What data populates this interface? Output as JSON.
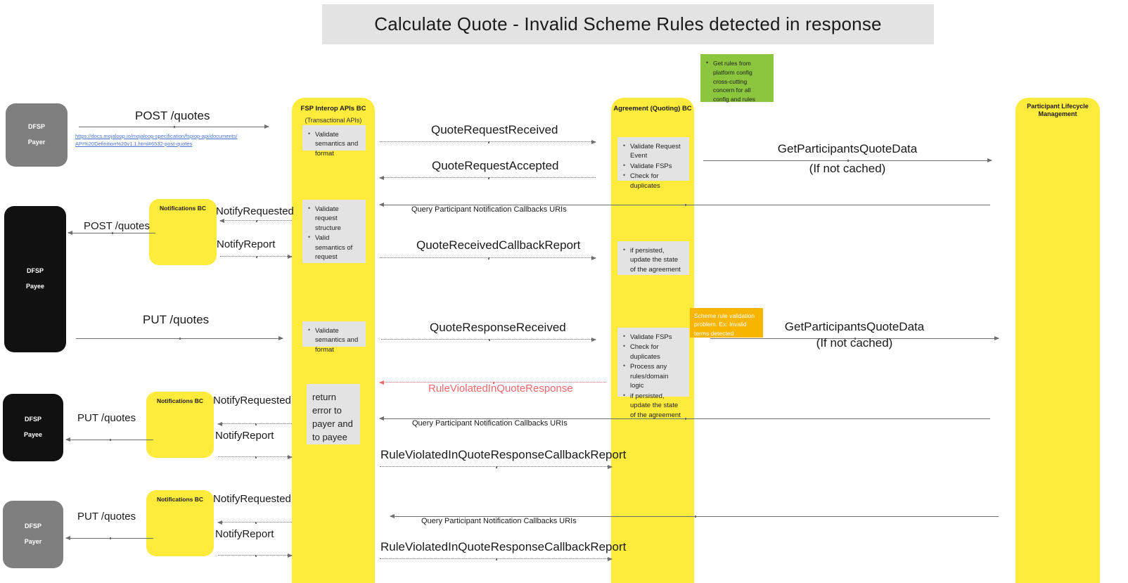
{
  "title": "Calculate Quote - Invalid Scheme Rules detected in response",
  "colors": {
    "title_bg": "#e3e3e3",
    "lifeline_yellow": "#ffeb3b",
    "note_gray": "#e3e3e3",
    "note_green": "#8cc63e",
    "note_orange": "#f7b500",
    "actor_gray": "#7f7f7f",
    "actor_black": "#111111",
    "error_red": "#f4686b",
    "link_blue": "#4a74d4"
  },
  "actors": [
    {
      "name": "dfsp-payer-top",
      "line1": "DFSP",
      "line2": "Payer",
      "style": "gray"
    },
    {
      "name": "dfsp-payee-middle",
      "line1": "DFSP",
      "line2": "Payee",
      "style": "black"
    },
    {
      "name": "dfsp-payee-lower",
      "line1": "DFSP",
      "line2": "Payee",
      "style": "black"
    },
    {
      "name": "dfsp-payer-bottom",
      "line1": "DFSP",
      "line2": "Payer",
      "style": "gray"
    }
  ],
  "lifelines": [
    {
      "name": "fsp-interop-apis-bc",
      "title": "FSP Interop APIs BC",
      "subtitle": "(Transactional APIs)"
    },
    {
      "name": "agreement-quoting-bc",
      "title": "Agreement (Quoting) BC",
      "subtitle": ""
    },
    {
      "name": "participant-lifecycle-management",
      "title": "Participant Lifecycle Management",
      "subtitle": ""
    }
  ],
  "notification_boxes": [
    {
      "name": "notifications-bc-1",
      "title": "Notifications BC"
    },
    {
      "name": "notifications-bc-2",
      "title": "Notifications BC"
    },
    {
      "name": "notifications-bc-3",
      "title": "Notifications BC"
    }
  ],
  "notes": [
    {
      "name": "note-get-rules",
      "style": "green",
      "items": [
        "Get rules from platform config cross-cutting concern for all config and rules"
      ]
    },
    {
      "name": "note-validate-semantics-1",
      "style": "gray",
      "items": [
        "Validate semantics and format"
      ]
    },
    {
      "name": "note-validate-request-structure",
      "style": "gray",
      "items": [
        "Validate request structure",
        "Valid semantics of request"
      ]
    },
    {
      "name": "note-validate-semantics-2",
      "style": "gray",
      "items": [
        "Validate semantics and format"
      ]
    },
    {
      "name": "note-return-error",
      "style": "gray-plain",
      "items": [
        "return error to payer and to payee"
      ]
    },
    {
      "name": "note-validate-request-event",
      "style": "gray",
      "items": [
        "Validate Request Event",
        "Validate FSPs",
        "Check for duplicates"
      ]
    },
    {
      "name": "note-if-persisted-1",
      "style": "gray",
      "items": [
        "if persisted, update the state of the agreement"
      ]
    },
    {
      "name": "note-validate-fsps",
      "style": "gray",
      "items": [
        "Validate FSPs",
        "Check for duplicates",
        "Process any rules/domain logic",
        "if persisted, update the state of the agreement"
      ]
    },
    {
      "name": "note-scheme-rule-validation-problem",
      "style": "orange",
      "items": [
        "Scheme rule validation problem. Ex: Invalid terms detected"
      ]
    }
  ],
  "messages": [
    {
      "name": "msg-post-quotes-1",
      "label": "POST /quotes",
      "size": "big"
    },
    {
      "name": "msg-post-quotes-2",
      "label": "POST /quotes",
      "size": "mid"
    },
    {
      "name": "msg-put-quotes-1",
      "label": "PUT /quotes",
      "size": "big"
    },
    {
      "name": "msg-put-quotes-2",
      "label": "PUT /quotes",
      "size": "mid"
    },
    {
      "name": "msg-put-quotes-3",
      "label": "PUT /quotes",
      "size": "mid"
    },
    {
      "name": "msg-notify-requested-1",
      "label": "NotifyRequested",
      "size": "mid"
    },
    {
      "name": "msg-notify-report-1",
      "label": "NotifyReport",
      "size": "mid"
    },
    {
      "name": "msg-notify-requested-2",
      "label": "NotifyRequested",
      "size": "mid"
    },
    {
      "name": "msg-notify-report-2",
      "label": "NotifyReport",
      "size": "mid"
    },
    {
      "name": "msg-notify-requested-3",
      "label": "NotifyRequested",
      "size": "mid"
    },
    {
      "name": "msg-notify-report-3",
      "label": "NotifyReport",
      "size": "mid"
    },
    {
      "name": "msg-quote-request-received",
      "label": "QuoteRequestReceived",
      "size": "big"
    },
    {
      "name": "msg-quote-request-accepted",
      "label": "QuoteRequestAccepted",
      "size": "big"
    },
    {
      "name": "msg-query-participant-callbacks-1",
      "label": "Query Participant Notification Callbacks URIs",
      "size": "small"
    },
    {
      "name": "msg-quote-received-callback-report",
      "label": "QuoteReceivedCallbackReport",
      "size": "big"
    },
    {
      "name": "msg-quote-response-received",
      "label": "QuoteResponseReceived",
      "size": "big"
    },
    {
      "name": "msg-rule-violated-in-quote-response",
      "label": "RuleViolatedInQuoteResponse",
      "size": "red"
    },
    {
      "name": "msg-query-participant-callbacks-2",
      "label": "Query Participant Notification Callbacks URIs",
      "size": "small"
    },
    {
      "name": "msg-rule-violated-callback-report-1",
      "label": "RuleViolatedInQuoteResponseCallbackReport",
      "size": "big"
    },
    {
      "name": "msg-query-participant-callbacks-3",
      "label": "Query Participant Notification Callbacks URIs",
      "size": "small"
    },
    {
      "name": "msg-rule-violated-callback-report-2",
      "label": "RuleViolatedInQuoteResponseCallbackReport",
      "size": "big"
    },
    {
      "name": "msg-get-participants-quote-data-1",
      "label": "GetParticipantsQuoteData",
      "sub": "(If not cached)",
      "size": "big"
    },
    {
      "name": "msg-get-participants-quote-data-2",
      "label": "GetParticipantsQuoteData",
      "sub": "(If not cached)",
      "size": "big"
    }
  ],
  "link": {
    "name": "fspiop-post-quotes-link",
    "text": "https://docs.mojaloop.io/mojaloop-specification/fspiop-api/documents/API%20Definition%20v1.1.html#6532-post-quotes"
  }
}
